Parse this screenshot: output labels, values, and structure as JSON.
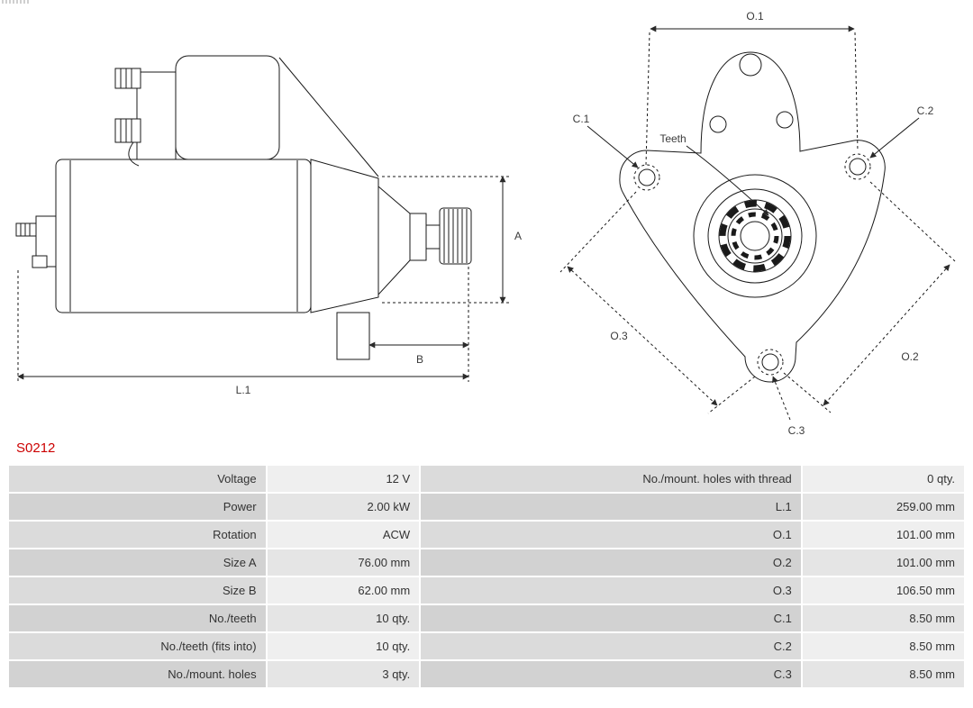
{
  "part_number": "S0212",
  "colors": {
    "accent": "#cc0000",
    "line": "#1a1a1a",
    "label_cell": "#dbdbdb",
    "value_cell": "#efefef"
  },
  "diagram_labels": {
    "a": "A",
    "b": "B",
    "l1": "L.1",
    "o1": "O.1",
    "o2": "O.2",
    "o3": "O.3",
    "c1": "C.1",
    "c2": "C.2",
    "c3": "C.3",
    "teeth": "Teeth"
  },
  "specs_table": {
    "rows": [
      {
        "label_left": "Voltage",
        "value_left": "12 V",
        "label_right": "No./mount. holes with thread",
        "value_right": "0 qty."
      },
      {
        "label_left": "Power",
        "value_left": "2.00 kW",
        "label_right": "L.1",
        "value_right": "259.00 mm"
      },
      {
        "label_left": "Rotation",
        "value_left": "ACW",
        "label_right": "O.1",
        "value_right": "101.00 mm"
      },
      {
        "label_left": "Size A",
        "value_left": "76.00 mm",
        "label_right": "O.2",
        "value_right": "101.00 mm"
      },
      {
        "label_left": "Size B",
        "value_left": "62.00 mm",
        "label_right": "O.3",
        "value_right": "106.50 mm"
      },
      {
        "label_left": "No./teeth",
        "value_left": "10 qty.",
        "label_right": "C.1",
        "value_right": "8.50 mm"
      },
      {
        "label_left": "No./teeth (fits into)",
        "value_left": "10 qty.",
        "label_right": "C.2",
        "value_right": "8.50 mm"
      },
      {
        "label_left": "No./mount. holes",
        "value_left": "3 qty.",
        "label_right": "C.3",
        "value_right": "8.50 mm"
      }
    ]
  }
}
